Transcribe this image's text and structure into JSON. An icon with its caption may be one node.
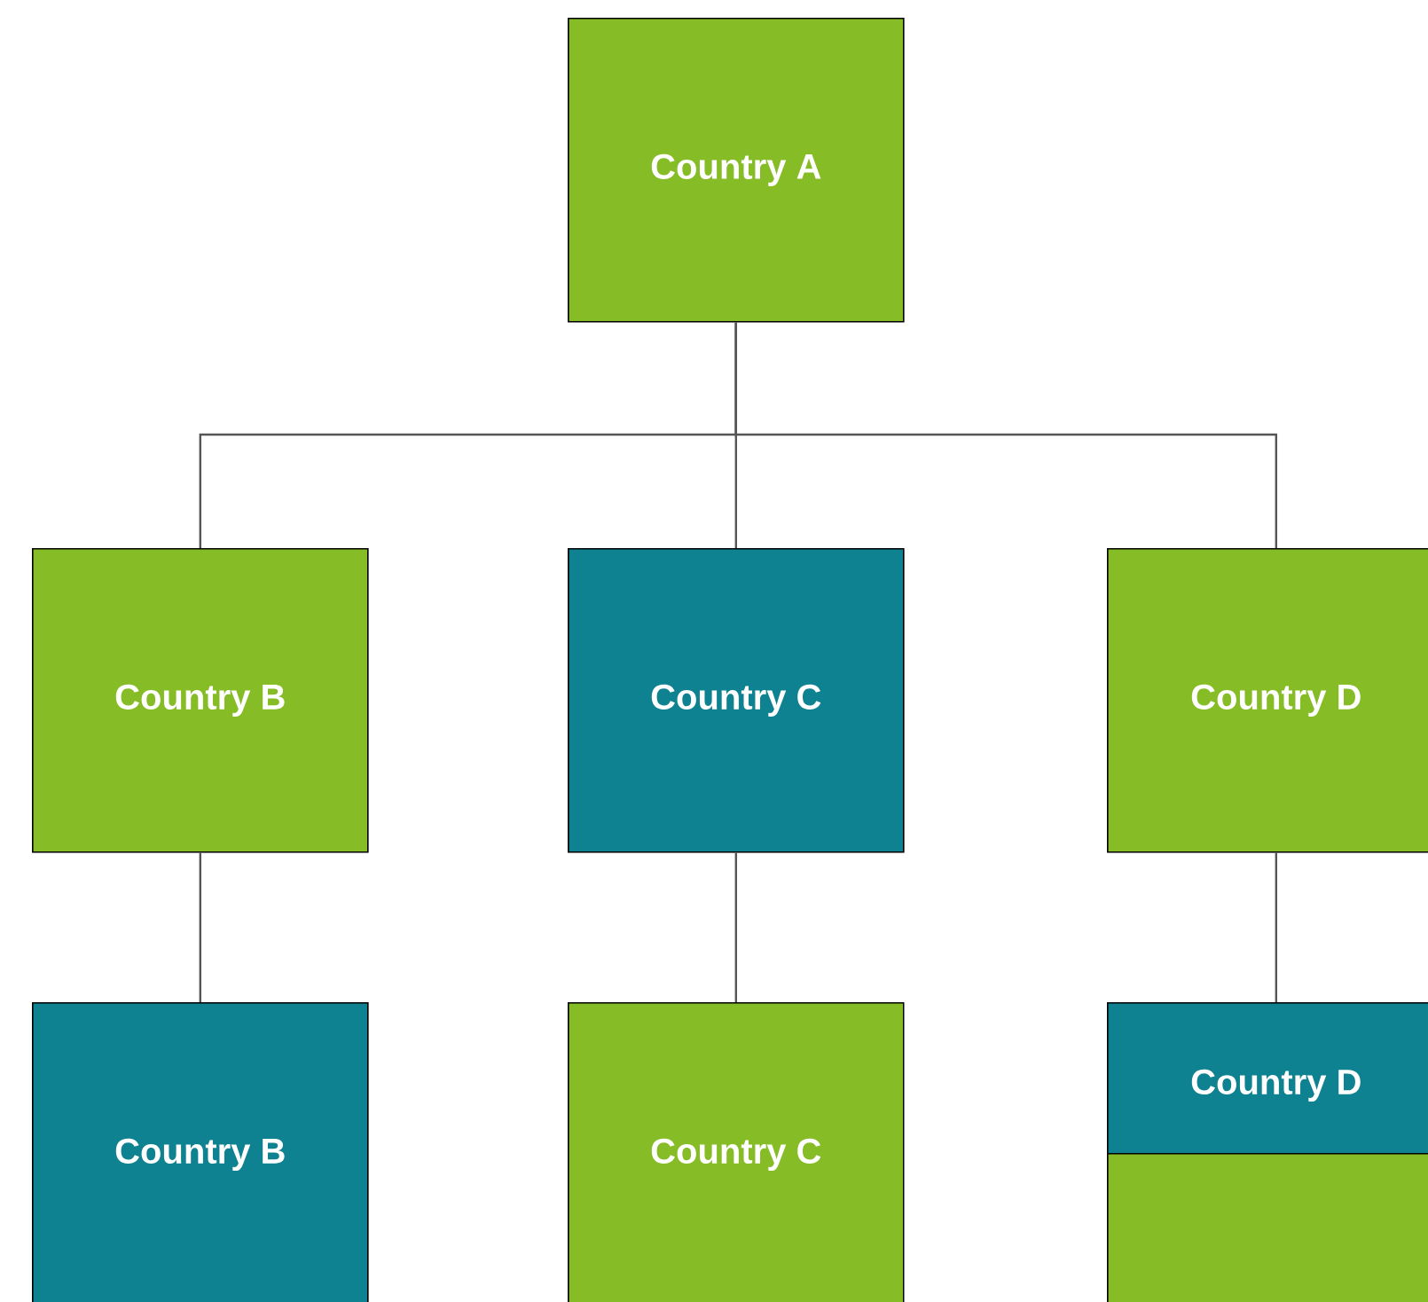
{
  "diagram": {
    "nodes": [
      {
        "text": [
          "Country A"
        ]
      },
      {
        "text": [
          "Country B"
        ]
      },
      {
        "text": [
          "Country C"
        ]
      },
      {
        "text": [
          "Country D"
        ]
      },
      {
        "text": [
          "Country B"
        ]
      },
      {
        "text": [
          "Country C"
        ]
      },
      {
        "text": [
          "Country D"
        ]
      },
      {
        "text": [],
        "shape": "box"
      }
    ],
    "edges": [
      {
        "from": 0,
        "to": 1,
        "arrow": "none"
      },
      {
        "from": 0,
        "to": 2,
        "arrow": "none"
      },
      {
        "from": 0,
        "to": 3,
        "arrow": "none"
      },
      {
        "from": 1,
        "to": 4,
        "arrow": "none"
      },
      {
        "from": 2,
        "to": 5,
        "arrow": "none"
      },
      {
        "from": 3,
        "to": 6,
        "arrow": "none"
      }
    ]
  }
}
